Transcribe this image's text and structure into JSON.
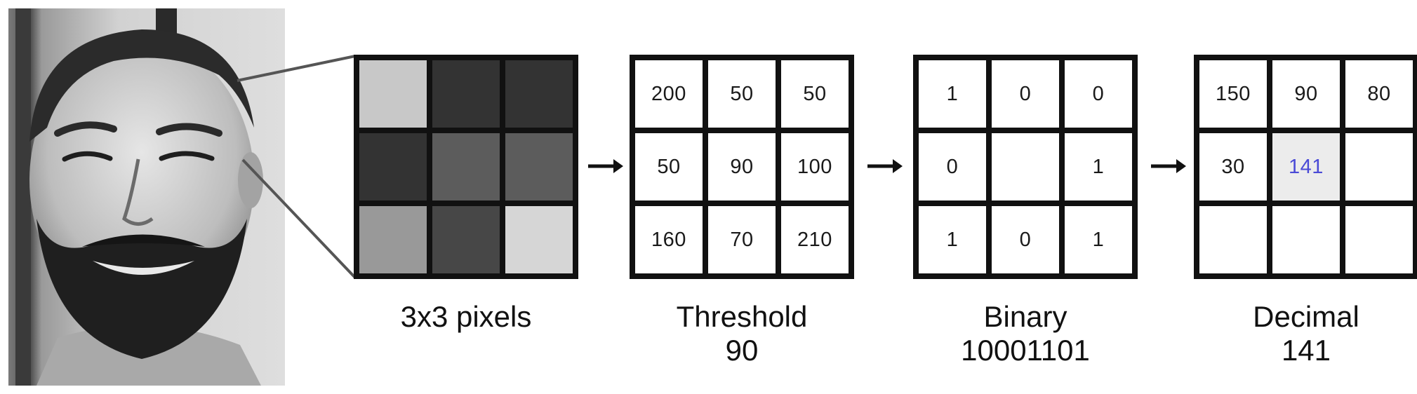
{
  "photo": {
    "subject": "grayscale portrait of a bearded smiling man"
  },
  "grids": [
    {
      "caption": "3x3 pixels",
      "subcaption": "",
      "cells": [
        {
          "fill": "#c8c8c8",
          "text": ""
        },
        {
          "fill": "#333333",
          "text": ""
        },
        {
          "fill": "#333333",
          "text": ""
        },
        {
          "fill": "#333333",
          "text": ""
        },
        {
          "fill": "#5c5c5c",
          "text": ""
        },
        {
          "fill": "#5c5c5c",
          "text": ""
        },
        {
          "fill": "#999999",
          "text": ""
        },
        {
          "fill": "#474747",
          "text": ""
        },
        {
          "fill": "#d6d6d6",
          "text": ""
        }
      ]
    },
    {
      "caption": "Threshold",
      "subcaption": "90",
      "cells": [
        {
          "text": "200"
        },
        {
          "text": "50"
        },
        {
          "text": "50"
        },
        {
          "text": "50"
        },
        {
          "text": "90"
        },
        {
          "text": "100"
        },
        {
          "text": "160"
        },
        {
          "text": "70"
        },
        {
          "text": "210"
        }
      ]
    },
    {
      "caption": "Binary",
      "subcaption": "10001101",
      "cells": [
        {
          "text": "1"
        },
        {
          "text": "0"
        },
        {
          "text": "0"
        },
        {
          "text": "0"
        },
        {
          "text": ""
        },
        {
          "text": "1"
        },
        {
          "text": "1"
        },
        {
          "text": "0"
        },
        {
          "text": "1"
        }
      ]
    },
    {
      "caption": "Decimal",
      "subcaption": "141",
      "cells": [
        {
          "text": "150"
        },
        {
          "text": "90"
        },
        {
          "text": "80"
        },
        {
          "text": "30"
        },
        {
          "text": "141",
          "highlight": true
        },
        {
          "text": ""
        },
        {
          "text": ""
        },
        {
          "text": ""
        },
        {
          "text": ""
        }
      ]
    }
  ],
  "colors": {
    "grid_border": "#111111",
    "highlight_text": "#4a4ad6",
    "highlight_bg": "#ececec"
  }
}
